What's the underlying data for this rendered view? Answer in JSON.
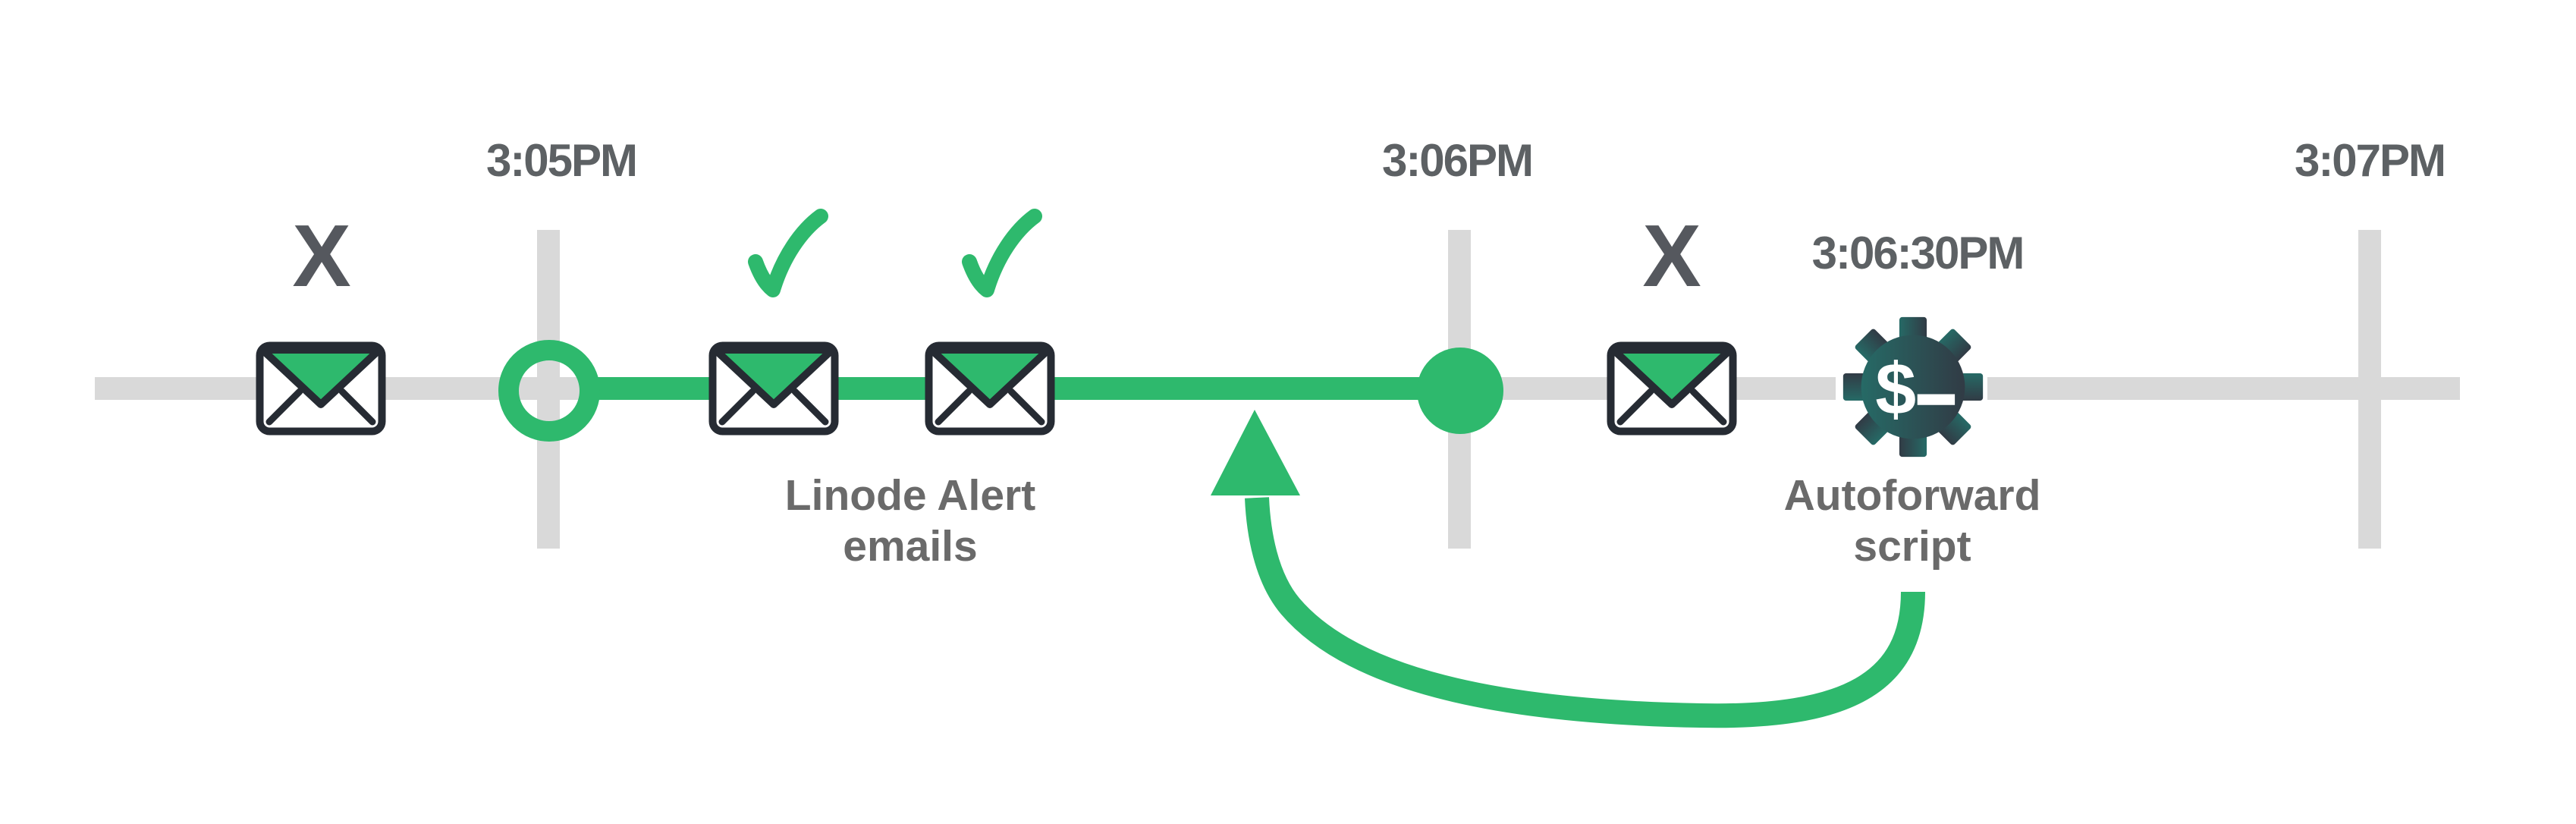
{
  "diagram": {
    "description": "Email autoforward timeline infographic",
    "palette": {
      "green": "#2eb96d",
      "track_gray": "#d9d9d9",
      "time_text": "#5d6164",
      "caption_text": "#6a6a6a",
      "x_mark": "#55585e",
      "envelope_outline": "#262b33",
      "gear_gradient_left": "#266a66",
      "gear_gradient_right": "#313b45",
      "background": "#ffffff"
    }
  },
  "timeline": {
    "tick_labels": [
      "3:05PM",
      "3:06PM",
      "3:07PM"
    ],
    "window_start_marker": "open-circle",
    "window_end_marker": "filled-circle"
  },
  "marks": {
    "blocked_left": "X",
    "blocked_right": "X"
  },
  "captions": {
    "alert_emails": {
      "line1": "Linode Alert",
      "line2": "emails"
    },
    "autoforward": {
      "line1": "Autoforward",
      "line2": "script"
    }
  },
  "script_event": {
    "time_label": "3:06:30PM",
    "prompt_symbol": "$"
  },
  "icons": {
    "blocked_email": "envelope-icon with x-mark-icon",
    "delivered_email": "envelope-icon with checkmark-icon",
    "autoforward_script": "gear-dollar-prompt-icon",
    "redirect": "curved-loop-arrow-icon"
  }
}
